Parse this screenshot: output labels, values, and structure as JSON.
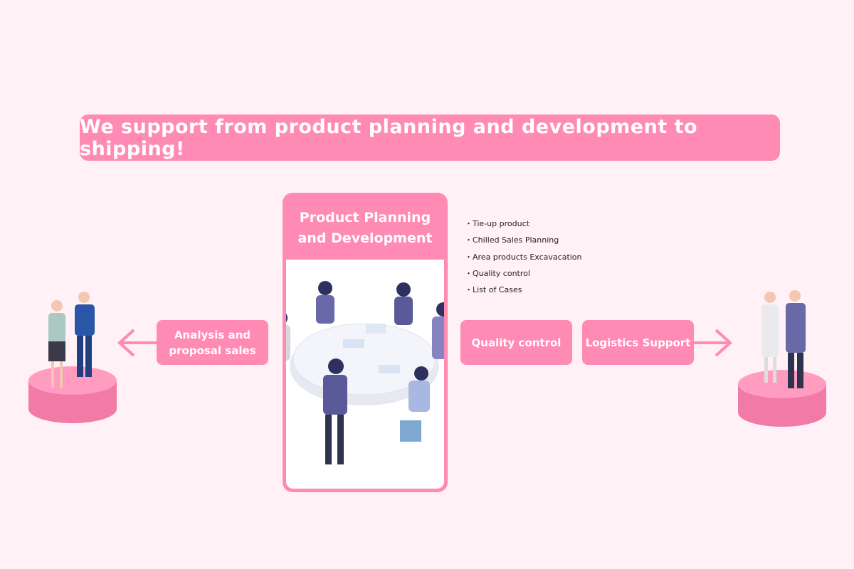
{
  "banner": "We support from product planning and development to shipping!",
  "center": {
    "title_line1": "Product Planning",
    "title_line2": "and Development"
  },
  "services": [
    "・Tie-up product",
    "・Chilled Sales Planning",
    "・Area products Excavacation",
    "・Quality control",
    "・List of Cases"
  ],
  "boxes": {
    "analysis_line1": "Analysis and",
    "analysis_line2": "proposal sales",
    "quality": "Quality control",
    "logistics": "Logistics Support"
  },
  "colors": {
    "accent": "#ff8ab4",
    "background": "#fff1f5"
  }
}
